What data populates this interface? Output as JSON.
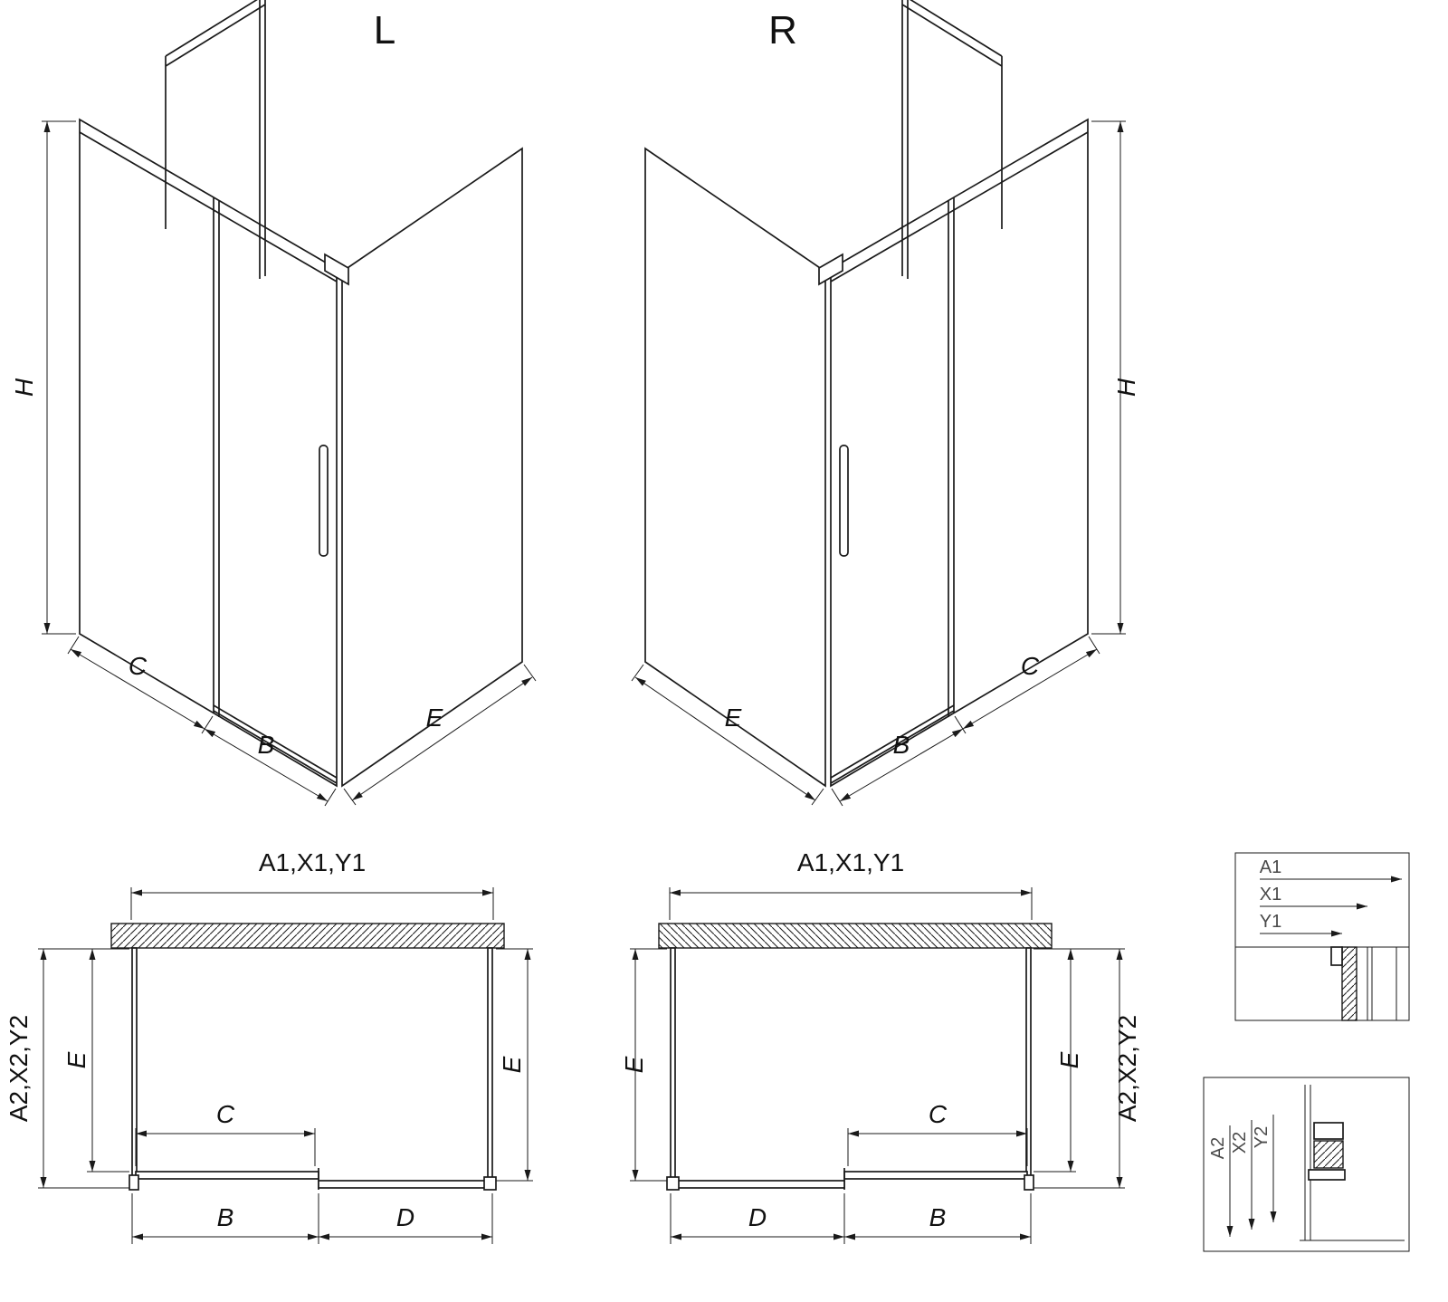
{
  "drawing": {
    "iso_l": {
      "title": "L",
      "h": "H",
      "c": "C",
      "b": "B",
      "e": "E"
    },
    "iso_r": {
      "title": "R",
      "h": "H",
      "c": "C",
      "b": "B",
      "e": "E"
    },
    "plan_l": {
      "top": "A1,X1,Y1",
      "side": "A2,X2,Y2",
      "e_left": "E",
      "e_right": "E",
      "c": "C",
      "b": "B",
      "d": "D"
    },
    "plan_r": {
      "top": "A1,X1,Y1",
      "side": "A2,X2,Y2",
      "e_left": "E",
      "e_right": "E",
      "c": "C",
      "b": "B",
      "d": "D"
    },
    "detail_wall": {
      "a1": "A1",
      "x1": "X1",
      "y1": "Y1"
    },
    "detail_floor": {
      "a2": "A2",
      "x2": "X2",
      "y2": "Y2"
    }
  },
  "colors": {
    "line": "#1a1a1a",
    "detail_text": "#4a4a4a",
    "background": "#ffffff"
  }
}
